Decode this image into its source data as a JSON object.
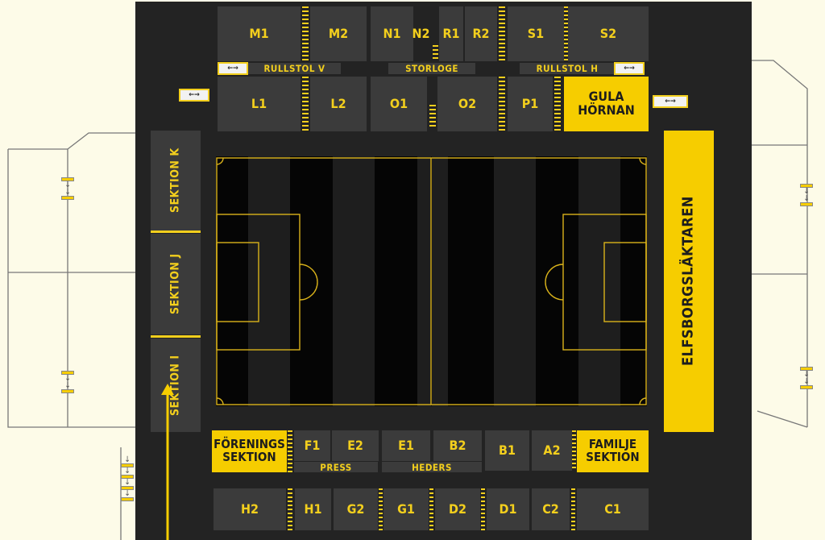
{
  "sections": {
    "m1": "M1",
    "m2": "M2",
    "n1": "N1",
    "n2": "N2",
    "r1": "R1",
    "r2": "R2",
    "s1": "S1",
    "s2": "S2",
    "l1": "L1",
    "l2": "L2",
    "o1": "O1",
    "o2": "O2",
    "p1": "P1",
    "gula_hornan": "GULA HÖRNAN",
    "sektion_k": "SEKTION K",
    "sektion_j": "SEKTION J",
    "sektion_i": "SEKTION I",
    "elfsborgslaktaren": "ELFSBORGSLÄKTAREN",
    "forenings_sektion": "FÖRENINGS SEKTION",
    "f1": "F1",
    "e2": "E2",
    "e1": "E1",
    "b2": "B2",
    "b1": "B1",
    "a2": "A2",
    "familje_sektion": "FAMILJE SEKTION",
    "h2": "H2",
    "h1": "H1",
    "g2": "G2",
    "g1": "G1",
    "d2": "D2",
    "d1": "D1",
    "c2": "C2",
    "c1": "C1"
  },
  "bands": {
    "rullstol_v": "RULLSTOL V",
    "storloge": "STORLOGE",
    "rullstol_h": "RULLSTOL H",
    "press": "PRESS",
    "heders": "HEDERS"
  },
  "icons": {
    "wheelchair_tag": "←→",
    "entrance_arrow": "up-arrow"
  },
  "colors": {
    "accent": "#f6cd00",
    "stand": "#3b3b3b",
    "background": "#232323",
    "page": "#fdfbe8"
  }
}
